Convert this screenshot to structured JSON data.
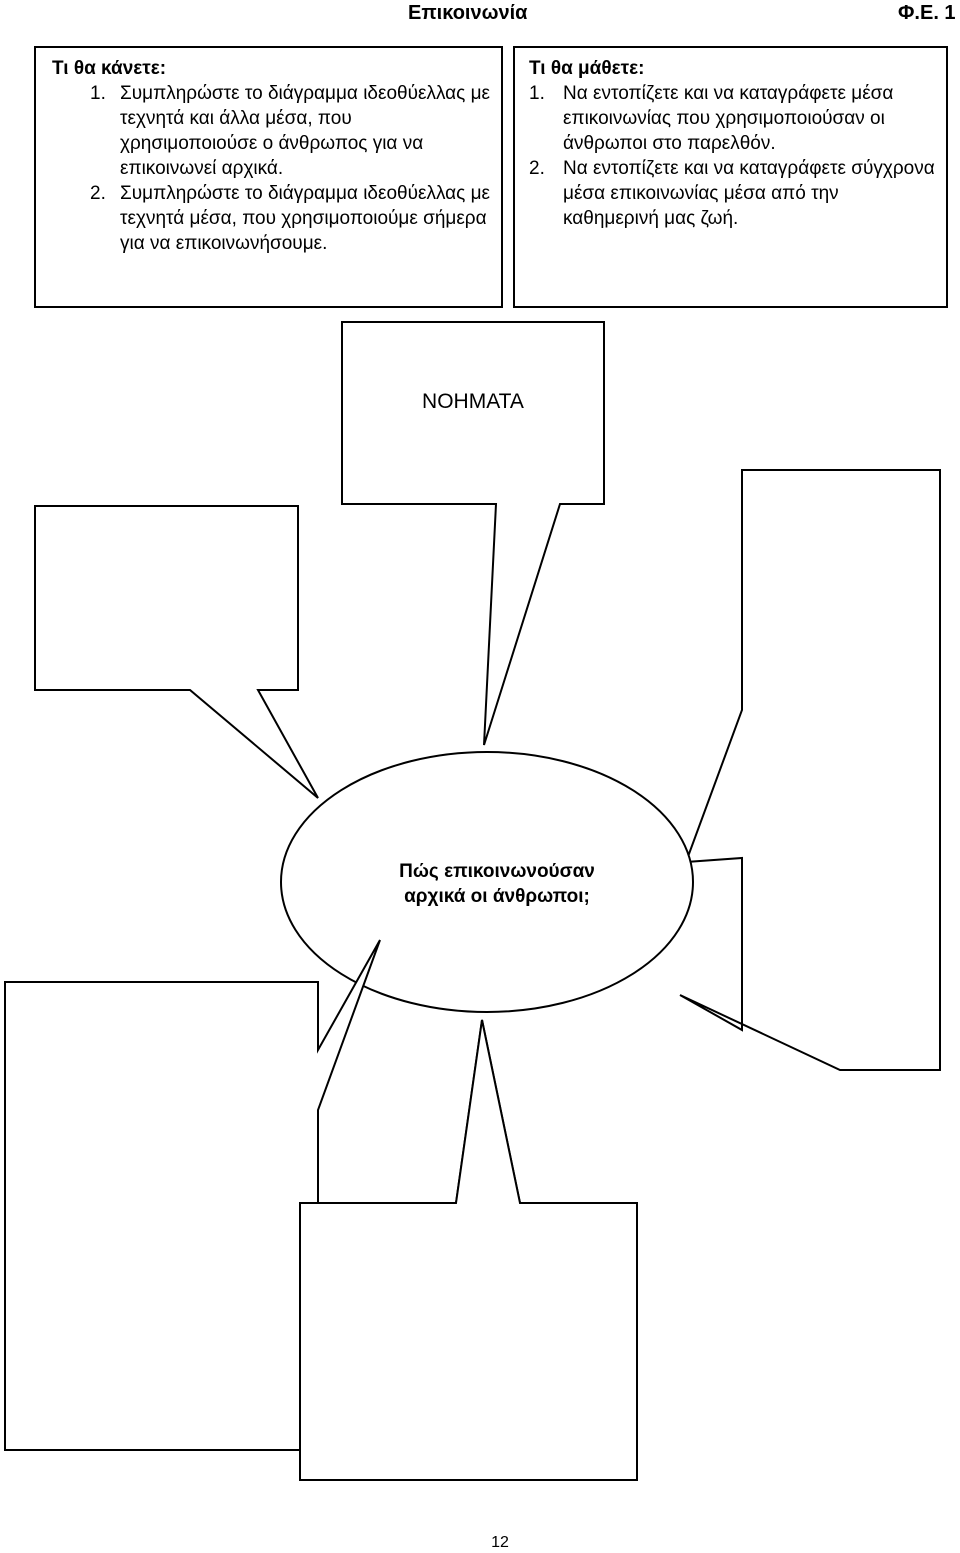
{
  "header": {
    "title": "Επικοινωνία",
    "code": "Φ.Ε. 1"
  },
  "tasks": {
    "heading": "Τι θα κάνετε:",
    "items": [
      {
        "num": "1.",
        "text": "Συμπληρώστε το διάγραμμα ιδεοθύελλας με τεχνητά και άλλα μέσα, που χρησιμοποιούσε ο άνθρωπος για να επικοινωνεί αρχικά."
      },
      {
        "num": "2.",
        "text": "Συμπληρώστε το διάγραμμα ιδεοθύελλας με τεχνητά μέσα, που χρησιμοποιούμε σήμερα για να επικοινωνήσουμε."
      }
    ]
  },
  "learn": {
    "heading": "Τι θα μάθετε:",
    "items": [
      {
        "num": "1.",
        "text": "Να εντοπίζετε και να καταγράφετε μέσα επικοινωνίας που χρησιμοποιούσαν οι άνθρωποι στο παρελθόν."
      },
      {
        "num": "2.",
        "text": "Να εντοπίζετε και να καταγράφετε σύγχρονα μέσα επικοινωνίας μέσα από την καθημερινή μας ζωή."
      }
    ]
  },
  "diagram": {
    "top_bubble_label": "ΝΟΗΜΑΤΑ",
    "center_question_line1": "Πώς επικοινωνούσαν",
    "center_question_line2": "αρχικά οι άνθρωποι;"
  },
  "page_number": "12"
}
